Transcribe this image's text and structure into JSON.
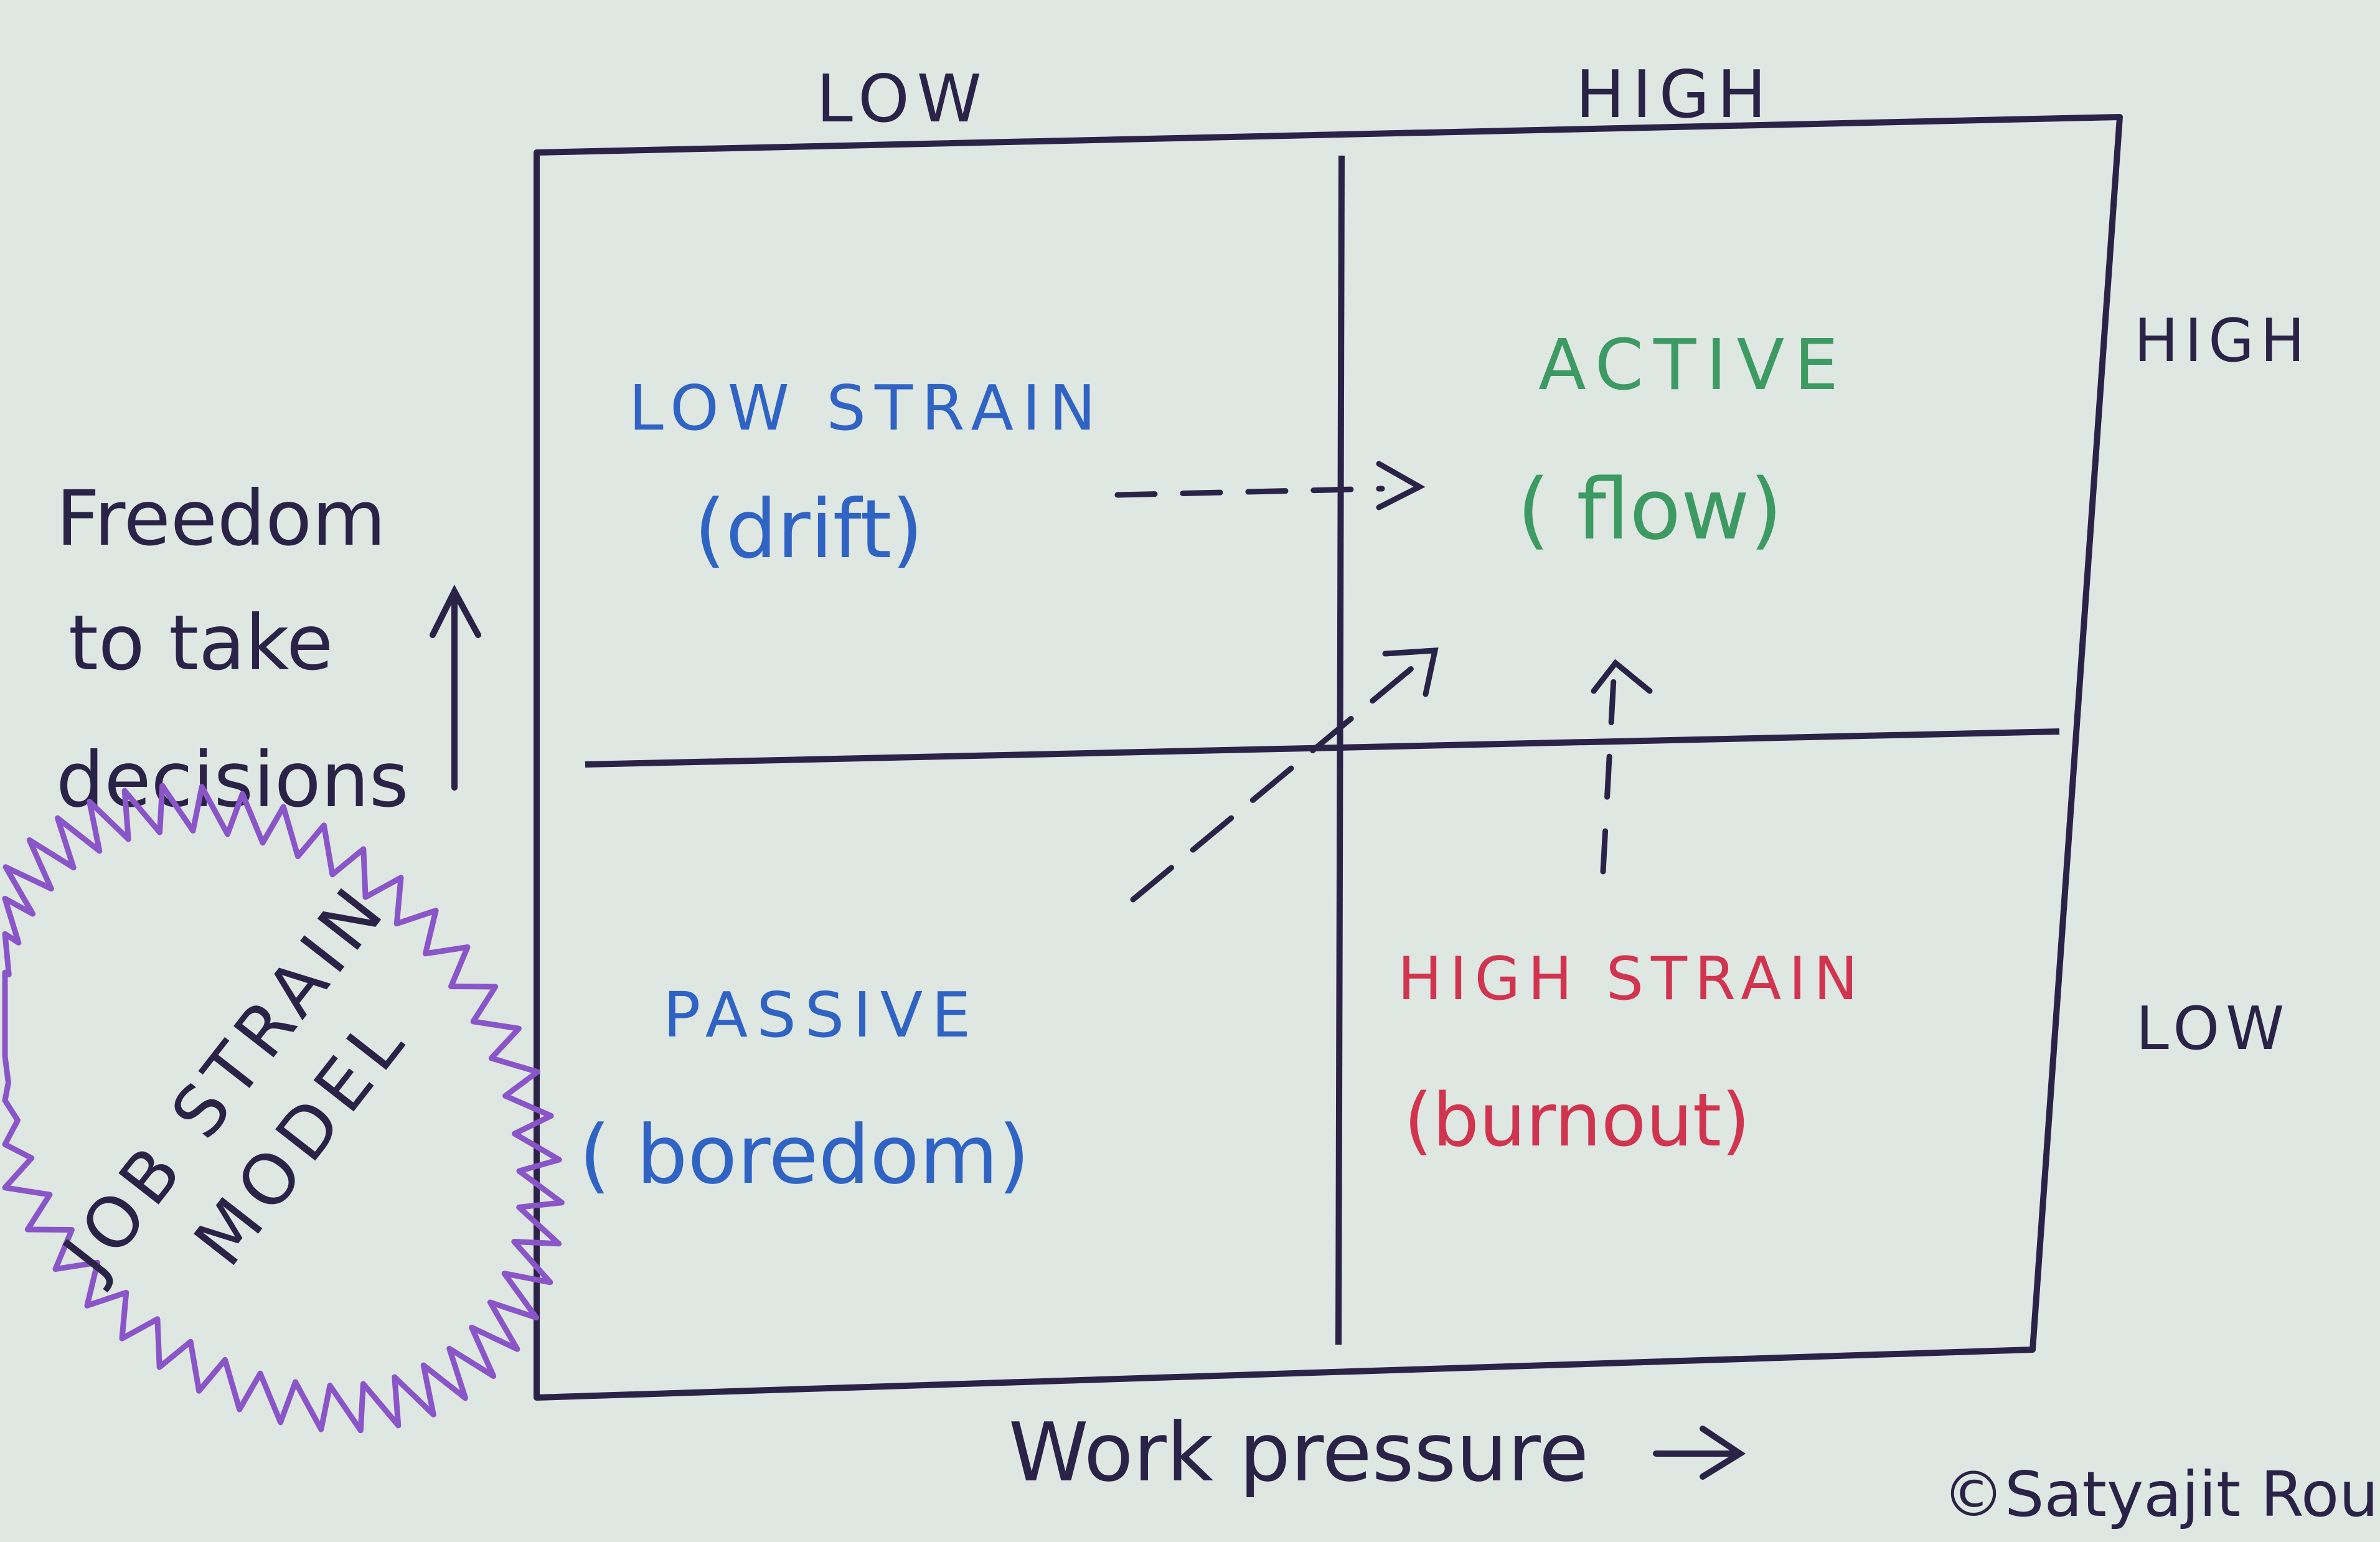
{
  "axes": {
    "x_label": "Work pressure",
    "x_arrow": "→",
    "y_label_lines": [
      "Freedom",
      "to take",
      "decisions"
    ],
    "top_low": "LOW",
    "top_high": "HIGH",
    "right_high": "HIGH",
    "right_low": "LOW"
  },
  "quadrants": {
    "low_strain": {
      "title": "LOW STRAIN",
      "subtitle": "(drift)"
    },
    "active": {
      "title": "ACTIVE",
      "subtitle": "( flow)"
    },
    "passive": {
      "title": "PASSIVE",
      "subtitle": "( boredom)"
    },
    "high_strain": {
      "title": "HIGH STRAIN",
      "subtitle": "(burnout)"
    }
  },
  "badge": {
    "lines": [
      "JOB STRAIN",
      "MODEL"
    ]
  },
  "signature": "©Satyajit Rout",
  "colors": {
    "ink": "#2a2347",
    "blue": "#2f63c4",
    "green": "#3d9a62",
    "red": "#d0344e",
    "purple": "#8a55c8",
    "paper": "#dfe7e2"
  }
}
